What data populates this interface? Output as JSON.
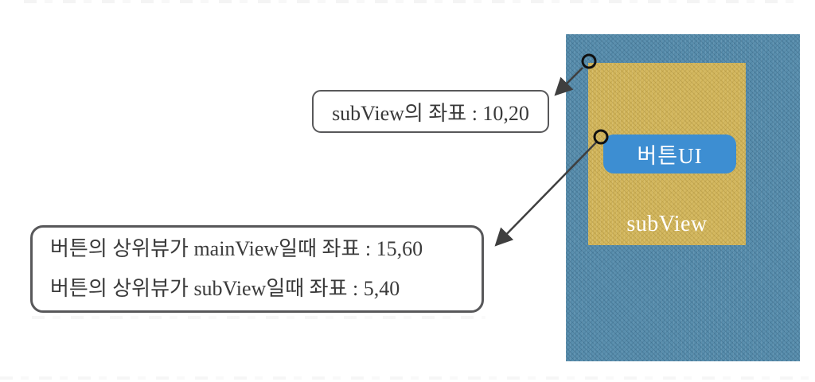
{
  "diagram": {
    "callout_subview": {
      "text": "subView의 좌표 : 10,20"
    },
    "callout_button": {
      "line1": "버튼의 상위뷰가 mainView일때 좌표 : 15,60",
      "line2": "버튼의 상위뷰가 subView일때 좌표 : 5,40"
    },
    "main_view": {
      "fill": "#5a8fae"
    },
    "sub_view": {
      "label": "subView",
      "fill": "#d4b85f",
      "label_color": "#ffffff"
    },
    "button": {
      "label": "버튼UI",
      "fill": "#3d8ed2",
      "label_color": "#ffffff"
    },
    "annotation": {
      "arrow_color": "#3f3f3f",
      "anchor_circle_stroke": "#111111",
      "callout_border": "#58585a",
      "text_color": "#3a3a3a",
      "anchor_subview_point": "10,20",
      "anchor_button_point": "15,60 / 5,40"
    }
  }
}
